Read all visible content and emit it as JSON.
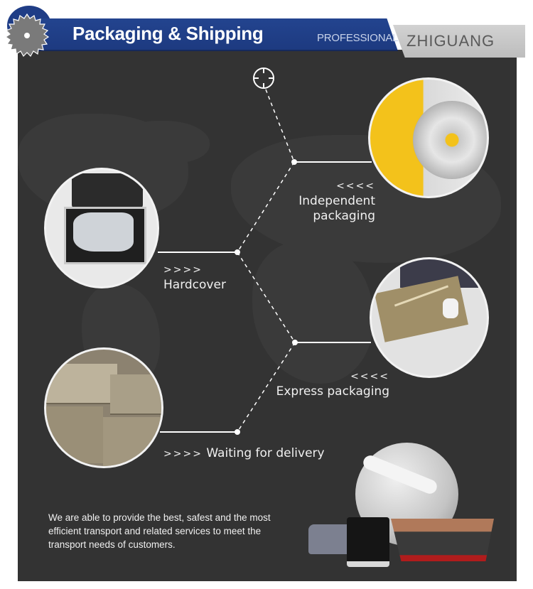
{
  "header": {
    "title": "Packaging & Shipping",
    "tagline": "PROFESSIONAL",
    "brand": "ZHIGUANG",
    "logo_icon": "circular-saw-blade-icon"
  },
  "colors": {
    "banner_blue": "#1f3d86",
    "brand_gray": "#c8c8c8",
    "panel_dark": "#333333",
    "text_light": "#f0f0f0"
  },
  "steps": [
    {
      "arrows": "<<<<",
      "label_line1": "Independent",
      "label_line2": "packaging",
      "image": "saw-blade-in-yellow-box-photo"
    },
    {
      "arrows": ">>>>",
      "label": "Hardcover",
      "image": "aluminum-hard-case-photo"
    },
    {
      "arrows": "<<<<",
      "label": "Express packaging",
      "image": "taped-cardboard-box-photo"
    },
    {
      "arrows": ">>>>",
      "label": "Waiting for delivery",
      "image": "stacked-boxes-photo"
    }
  ],
  "top_icon": "crosshair-target-icon",
  "description": "We are able to provide the best, safest and the most efficient transport and related services to meet the transport needs of customers.",
  "footer_image": "globe-with-airplane-truck-van-ship-illustration"
}
